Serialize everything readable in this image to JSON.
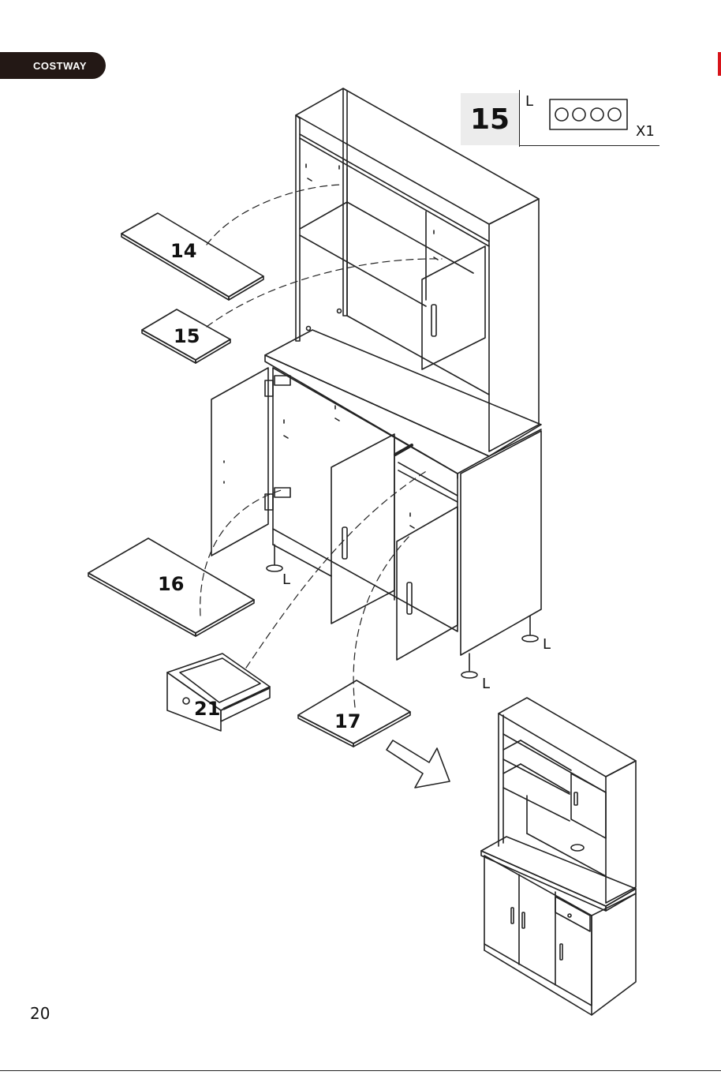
{
  "brand": {
    "name": "COSTWAY"
  },
  "step": {
    "number": "15"
  },
  "hardware": {
    "code": "L",
    "quantity": "X1"
  },
  "parts": [
    {
      "id": "14"
    },
    {
      "id": "15"
    },
    {
      "id": "16"
    },
    {
      "id": "21"
    },
    {
      "id": "17"
    }
  ],
  "leg_labels": [
    "L",
    "L",
    "L"
  ],
  "page": {
    "number": "20"
  }
}
